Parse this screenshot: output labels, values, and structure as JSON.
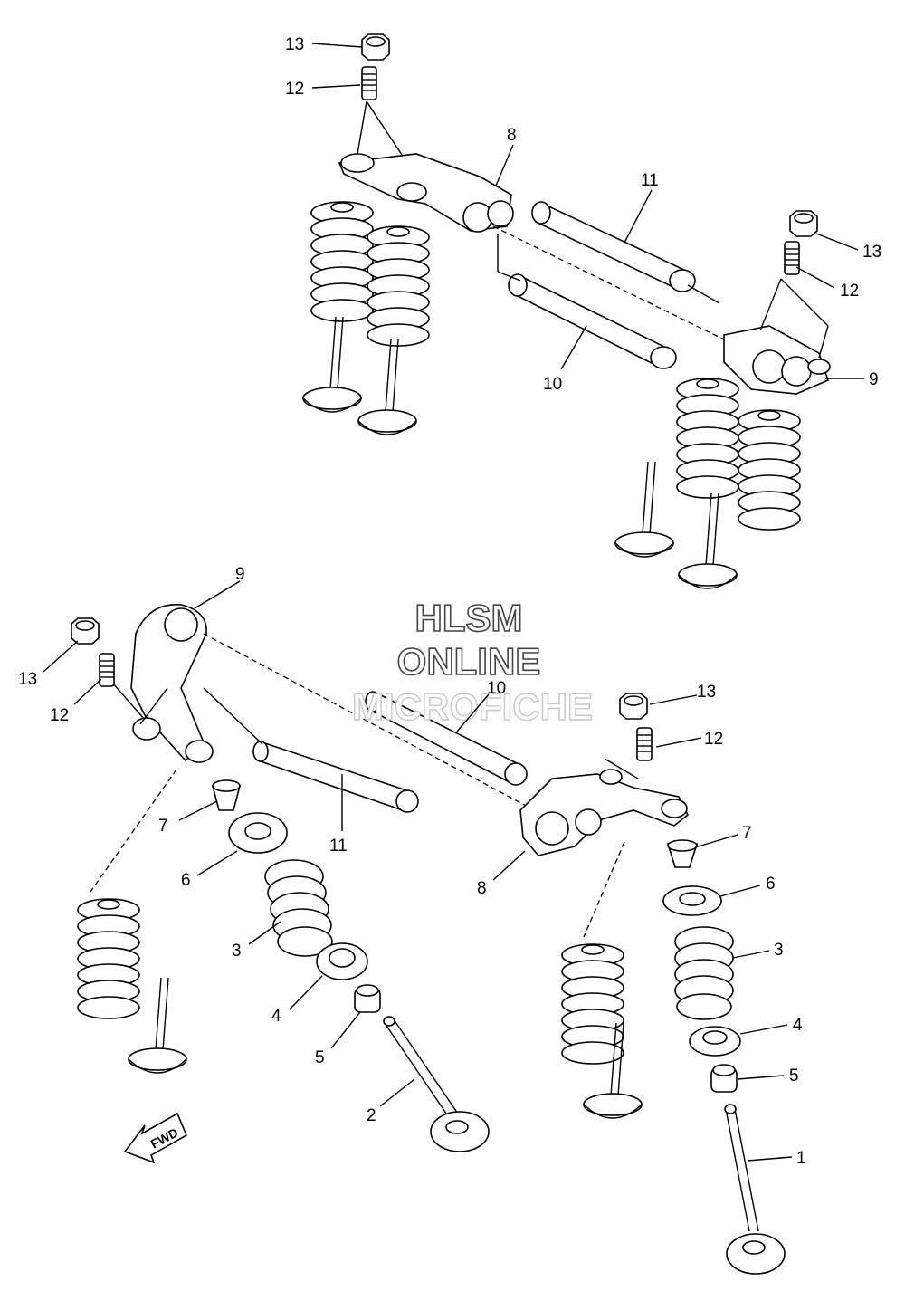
{
  "watermark": {
    "line1": "HLSM",
    "line2": "ONLINE",
    "line3": "MICROFICHE"
  },
  "direction_badge": "FWD",
  "callouts": {
    "c1": "1",
    "c2": "2",
    "c3": "3",
    "c4": "4",
    "c5": "5",
    "c6": "6",
    "c7": "7",
    "c8": "8",
    "c9": "9",
    "c10": "10",
    "c11": "11",
    "c12": "12",
    "c13": "13"
  }
}
